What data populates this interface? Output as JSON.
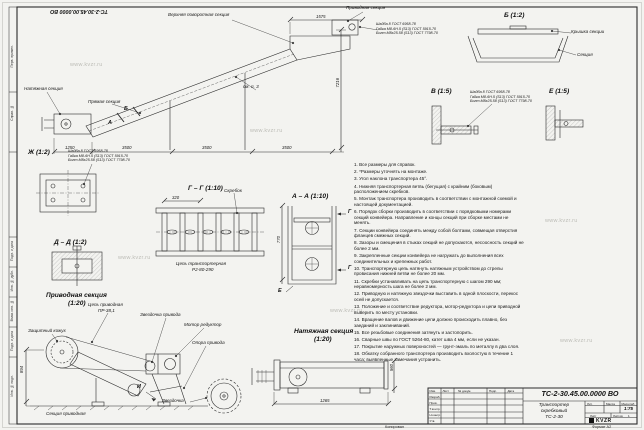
{
  "doc": {
    "number": "ТС-2-30.45.00.0000 ВО",
    "name_l1": "Транспортер",
    "name_l2": "скребковый",
    "name_l3": "ТС-2-30",
    "scale": "1:75",
    "company": "KVZR",
    "copied": "Копировал",
    "format": "Формат А2"
  },
  "watermark": "www.kvzr.ru",
  "main": {
    "upper_turn": "Верхняя поворотная секция",
    "drive": "Приводная секция",
    "tension": "Натяжная секция",
    "straight": "Прямая секция",
    "see_note": "см. п. 3",
    "mark_a": "А",
    "mark_b": "Б",
    "dim_1250": "1250",
    "dim_3500": "3500",
    "dim_h": "7216",
    "dim_top": "1575"
  },
  "fastener": {
    "washer": "Шайба 8 ГОСТ 6958-78",
    "nut": "Гайка М8-6Н.5 (S13) ГОСТ 5915-70",
    "bolt": "Болт М8х25.58 (S13) ГОСТ 7798-70"
  },
  "views": {
    "b_title": "Б (1:2)",
    "b_cover": "Крышка секции",
    "b_section": "Секция",
    "v_title": "В (1:5)",
    "e_title": "Е (1:5)",
    "zh_title": "Ж (1:2)",
    "gg_title": "Г – Г (1:10)",
    "gg_dim": "320",
    "gg_scraper": "Скребок",
    "gg_chain_l1": "Цепь транспортерная",
    "gg_chain_l2": "Р2-80-290",
    "aa_title": "А – А (1:10)",
    "aa_dim": "770",
    "aa_mark_g": "Г",
    "aa_mark_e": "Е",
    "dd_title": "Д – Д (1:2)",
    "drive_title": "Приводная секция",
    "drive_scale": "(1:20)",
    "drive_chain_l1": "Цепь приводная",
    "drive_chain_l2": "ПР-38,1",
    "drive_sprocket": "Звездочка привода",
    "drive_motor": "Мотор редуктор",
    "drive_guard": "Защитный кожух",
    "drive_support": "Опора привода",
    "drive_mark_i": "И",
    "drive_sprocket2": "Звездочка",
    "drive_section_name": "Секция приводная",
    "drive_dim_h": "894",
    "tension_title": "Натяжная секция",
    "tension_scale": "(1:20)",
    "tension_dim_w": "1265",
    "tension_dim_h": "560"
  },
  "notes": [
    "1. Все размеры для справок.",
    "2. *Размеры уточнять на монтаже.",
    "3. Угол наклона транспортера 45°.",
    "4. Нижняя транспортерная ветвь (бегущая) с крайним (боковым) расположением скребков.",
    "5. Монтаж транспортера производить в соответствии с монтажной схемой и настоящей документацией.",
    "6. Порядок сборки производить в соответствии с порядковыми номерами секций конвейера. Направление и концы секций при сборке местами не менять.",
    "7. Секции конвейера соединять между собой болтами, совмещая отверстия фланцев смежных секций.",
    "8. Зазоры и смещения в стыках секций не допускаются, несоосность секций не более 2 мм.",
    "9. Закрепленные секции конвейера не нагружать до выполнения всех соединительных и крепежных работ.",
    "10. Транспортерную цепь натянуть натяжным устройством до стрелы провисания нижней ветви не более 20 мм.",
    "11. Скребки устанавливать на цепь транспортерную с шагом 290 мм; неравномерность шага не более 2 мм.",
    "12. Приводную и натяжную звездочки выставить в одной плоскости, перекос осей не допускается.",
    "13. Положение и соответствие редуктора, мотор-редуктора и цепи приводной выверить по месту установки.",
    "14. Вращение валов и движение цепи должно происходить плавно, без заеданий и заклиниваний.",
    "15. Все резьбовые соединения затянуть и застопорить.",
    "16. Сварные швы по ГОСТ 5264-80, катет шва 4 мм, если не указан.",
    "17. Покрытие наружных поверхностей — грунт-эмаль по металлу в два слоя.",
    "18. Обкатку собранного транспортера производить вхолостую в течение 1 часа; выявленные замечания устранить."
  ],
  "title_block": {
    "col_izm": "Изм.",
    "col_list": "Лист",
    "col_doc": "№ докум.",
    "col_podp": "Подп.",
    "col_data": "Дата",
    "row_razrab": "Разраб.",
    "row_prov": "Пров.",
    "row_tkontr": "Т.контр.",
    "row_nkontr": "Н.контр.",
    "row_utv": "Утв.",
    "lit": "Лит.",
    "mass": "Масса",
    "scale_lbl": "Масштаб",
    "sheet_lbl": "Лист",
    "sheets_lbl": "Листов",
    "sheets_val": "1"
  },
  "frame_labels": [
    "Перв. примен.",
    "Справ. №",
    "Подп. и дата",
    "Инв. № дубл.",
    "Взам. инв. №",
    "Подп. и дата",
    "Инв. № подл."
  ]
}
